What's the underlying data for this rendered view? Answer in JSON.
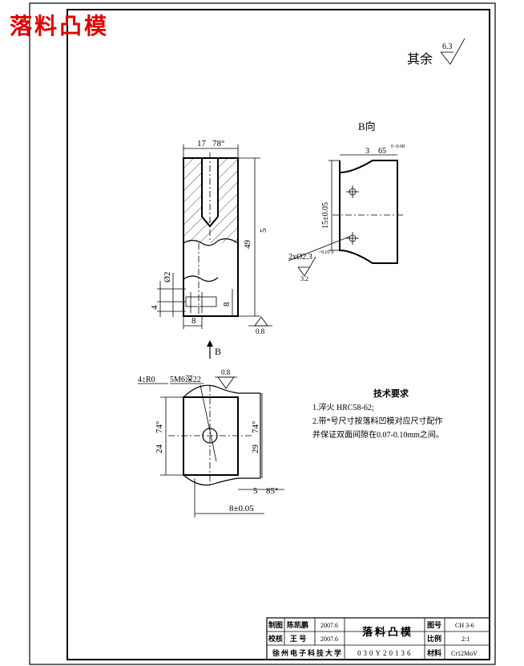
{
  "header": {
    "part_name": "落料凸模"
  },
  "surface_finish": {
    "other": "其余",
    "value": "6.3"
  },
  "view_b": {
    "label": "B向",
    "arrow_label": "B"
  },
  "front_view": {
    "dims": {
      "top_a": "17",
      "top_b": "78°",
      "h_total": "49",
      "h_right": "5",
      "small_2": "Ø2",
      "small_4": "4",
      "small_8": "8",
      "bottom_8": "8"
    },
    "finish": "0.8"
  },
  "view_b_dims": {
    "d3": "3",
    "d65": "65",
    "d65_tol": "0 -0.08",
    "d15": "15±0.05",
    "hole": "2xØ2.3",
    "hole_tol": "+0.01 0",
    "finish": "3.2"
  },
  "top_view": {
    "d4r": "4↕R0",
    "d5m": "5M6深22",
    "finish": "0.8",
    "d24": "24",
    "d74a": "74°",
    "d29": "29",
    "d74b": "74°",
    "d5": "5",
    "d85": "85°",
    "d8": "8±0.05"
  },
  "tech_req": {
    "title": "技术要求",
    "items": [
      "1.淬火 HRC58-62;",
      "2.带*号尺寸按落料凹模对应尺寸配作",
      "并保证双面间隙在0.07-0.10mm之间。"
    ]
  },
  "title_block": {
    "design_role": "制图",
    "design_name": "陈凯鹏",
    "design_date": "2007.6",
    "check_role": "校核",
    "check_name": "王 号",
    "check_date": "2007.6",
    "drawing_title": "落料凸模",
    "no_label": "图号",
    "no_value": "CH 3-6",
    "scale_label": "比例",
    "scale_value": "2:1",
    "mat_label": "材料",
    "mat_value": "Cr12MoV",
    "school": "徐州电子科技大学",
    "class_code": "030Y20136"
  }
}
